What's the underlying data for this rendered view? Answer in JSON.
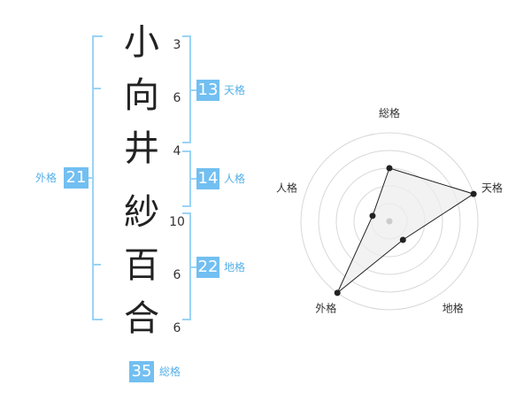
{
  "name": {
    "chars": [
      {
        "char": "小",
        "strokes": "3"
      },
      {
        "char": "向",
        "strokes": "6"
      },
      {
        "char": "井",
        "strokes": "4"
      },
      {
        "char": "紗",
        "strokes": "10"
      },
      {
        "char": "百",
        "strokes": "6"
      },
      {
        "char": "合",
        "strokes": "6"
      }
    ]
  },
  "fortunes": {
    "tenkaku": {
      "label": "天格",
      "value": "13"
    },
    "jinkaku": {
      "label": "人格",
      "value": "14"
    },
    "chikaku": {
      "label": "地格",
      "value": "22"
    },
    "gaikaku": {
      "label": "外格",
      "value": "21"
    },
    "soukaku": {
      "label": "総格",
      "value": "35"
    }
  },
  "chart_data": {
    "type": "radar",
    "axes": [
      "総格",
      "天格",
      "地格",
      "外格",
      "人格"
    ],
    "values": [
      3,
      5,
      1.3,
      5,
      1
    ],
    "max": 5,
    "grid_levels": 5
  },
  "colors": {
    "accent": "#72bff1",
    "bracket": "#9bd3f5",
    "radar_fill": "#eeeeee",
    "radar_line": "#222222"
  }
}
